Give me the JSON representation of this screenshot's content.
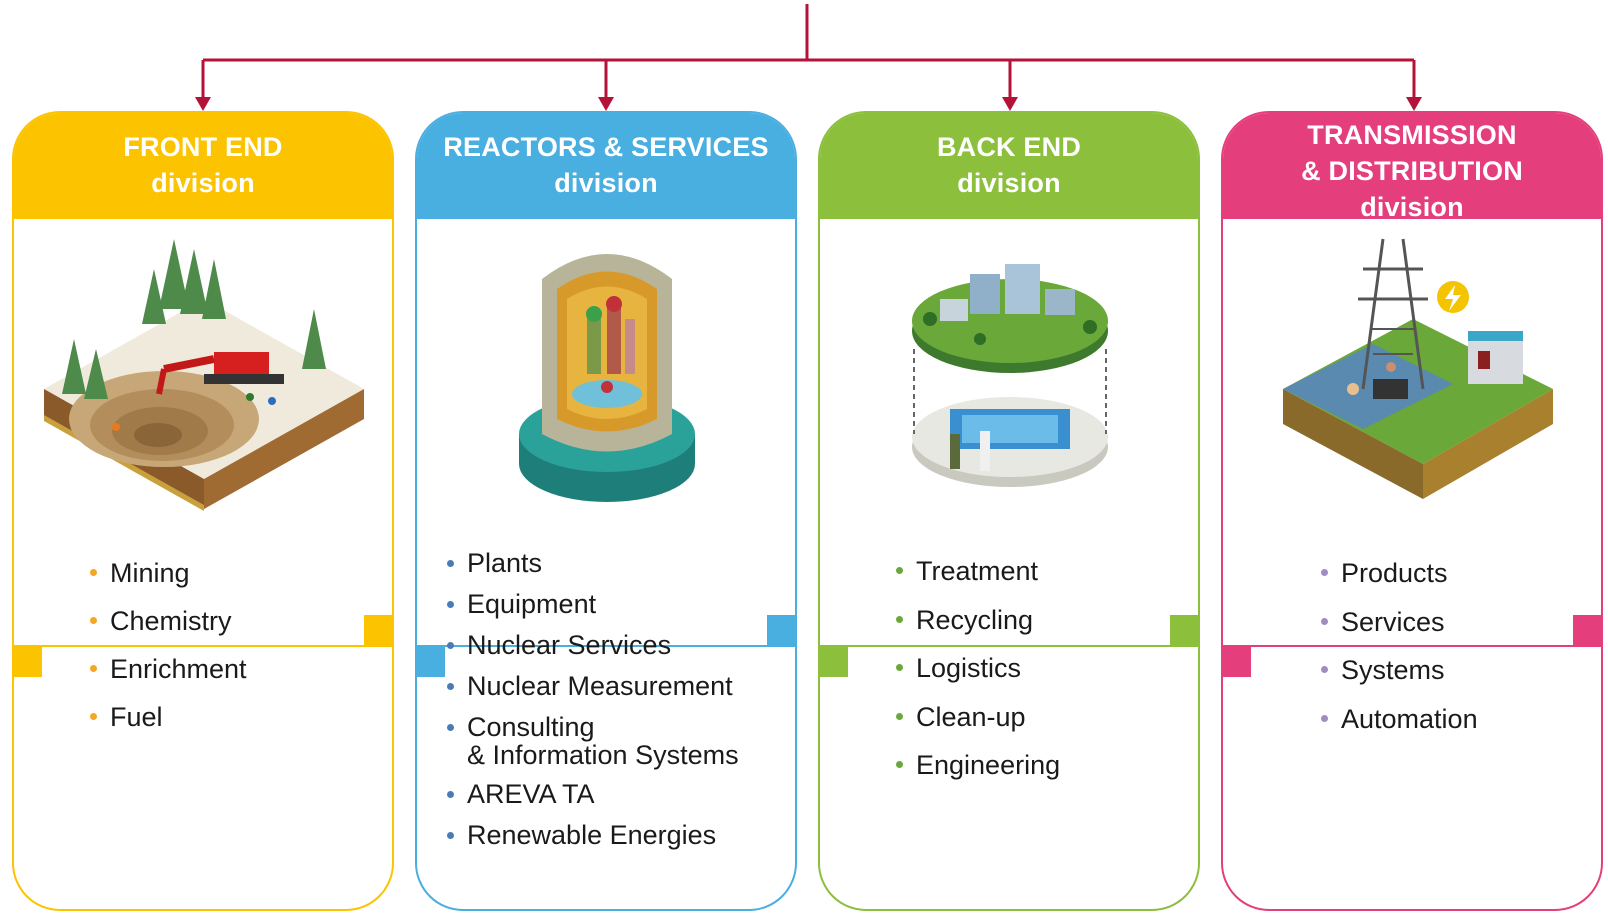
{
  "colors": {
    "connector": "#b5123a",
    "front_end": "#fcc300",
    "front_end_bullet": "#f5a623",
    "reactors": "#49aee0",
    "reactors_bullet": "#4a7bb5",
    "back_end": "#8cbf3c",
    "back_end_bullet": "#6aa83a",
    "transmission": "#e43f7c",
    "transmission_bullet": "#a08cc0"
  },
  "divisions": [
    {
      "title_lines": [
        "FRONT END",
        "division"
      ],
      "illustration": "open-pit-mine-illustration",
      "items": [
        "Mining",
        "Chemistry",
        "Enrichment",
        "Fuel"
      ]
    },
    {
      "title_lines": [
        "REACTORS & SERVICES",
        "division"
      ],
      "illustration": "reactor-cutaway-illustration",
      "items": [
        "Plants",
        "Equipment",
        "Nuclear Services",
        "Nuclear Measurement",
        "Consulting",
        "& Information Systems",
        "AREVA TA",
        "Renewable Energies"
      ]
    },
    {
      "title_lines": [
        "BACK END",
        "division"
      ],
      "illustration": "recycling-plant-illustration",
      "items": [
        "Treatment",
        "Recycling",
        "Logistics",
        "Clean-up",
        "Engineering"
      ]
    },
    {
      "title_lines": [
        "TRANSMISSION",
        "& DISTRIBUTION",
        "division"
      ],
      "illustration": "power-grid-illustration",
      "items": [
        "Products",
        "Services",
        "Systems",
        "Automation"
      ]
    }
  ]
}
